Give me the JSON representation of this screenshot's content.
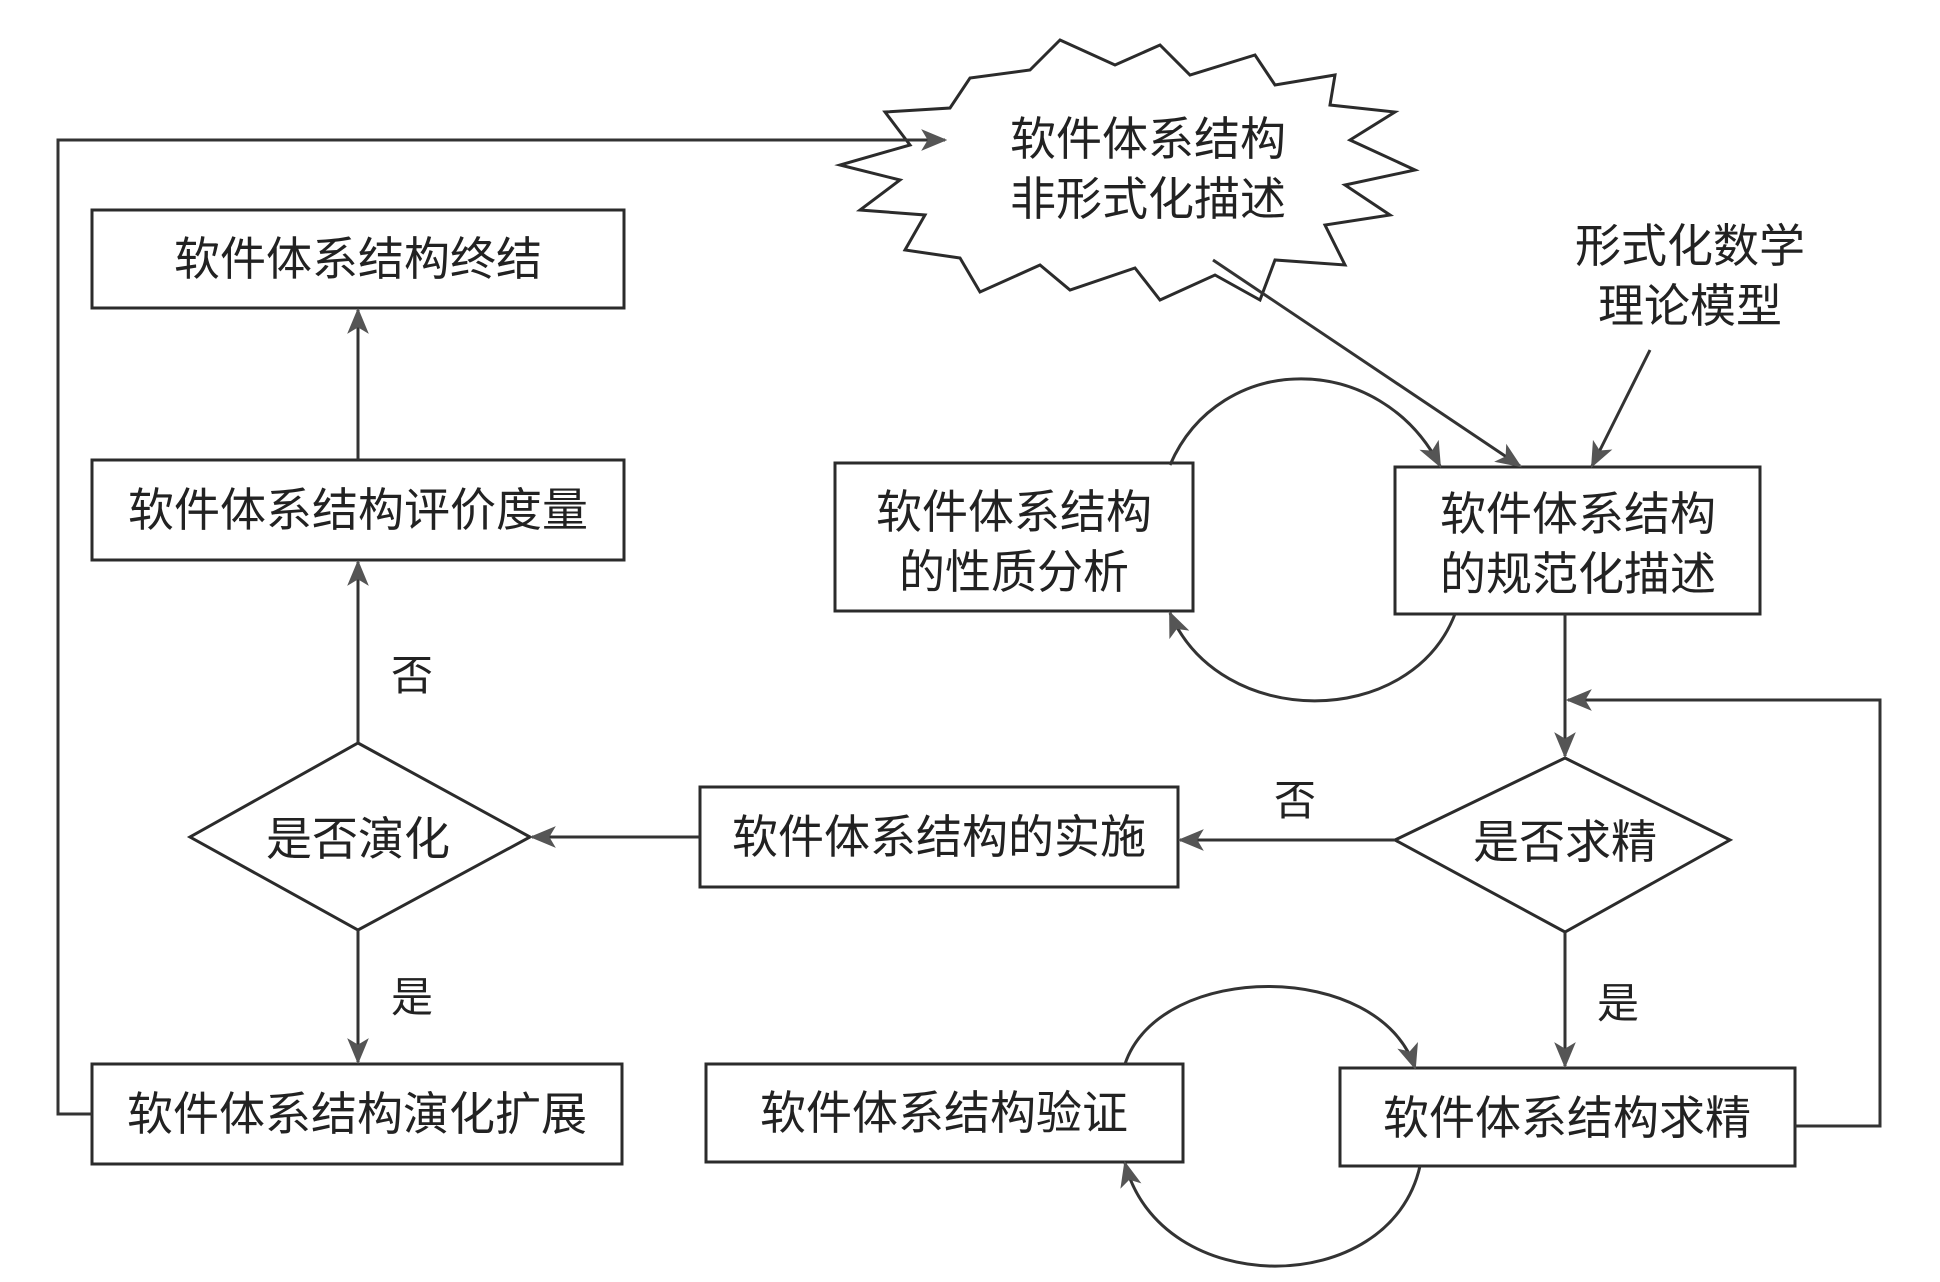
{
  "diagram": {
    "type": "flowchart",
    "nodes": {
      "informal": {
        "shape": "starburst",
        "lines": [
          "软件体系结构",
          "非形式化描述"
        ]
      },
      "math_model": {
        "shape": "text",
        "lines": [
          "形式化数学",
          "理论模型"
        ]
      },
      "spec": {
        "shape": "rect",
        "lines": [
          "软件体系结构",
          "的规范化描述"
        ]
      },
      "analysis": {
        "shape": "rect",
        "lines": [
          "软件体系结构",
          "的性质分析"
        ]
      },
      "refine_q": {
        "shape": "diamond",
        "lines": [
          "是否求精"
        ]
      },
      "implement": {
        "shape": "rect",
        "lines": [
          "软件体系结构的实施"
        ]
      },
      "evolve_q": {
        "shape": "diamond",
        "lines": [
          "是否演化"
        ]
      },
      "evaluate": {
        "shape": "rect",
        "lines": [
          "软件体系结构评价度量"
        ]
      },
      "terminate": {
        "shape": "rect",
        "lines": [
          "软件体系结构终结"
        ]
      },
      "evolve_ext": {
        "shape": "rect",
        "lines": [
          "软件体系结构演化扩展"
        ]
      },
      "refine": {
        "shape": "rect",
        "lines": [
          "软件体系结构求精"
        ]
      },
      "verify": {
        "shape": "rect",
        "lines": [
          "软件体系结构验证"
        ]
      }
    },
    "edge_labels": {
      "refine_no": "否",
      "refine_yes": "是",
      "evolve_no": "否",
      "evolve_yes": "是"
    },
    "edges": [
      {
        "from": "informal",
        "to": "spec"
      },
      {
        "from": "math_model",
        "to": "spec"
      },
      {
        "from": "analysis",
        "to": "spec",
        "style": "arc"
      },
      {
        "from": "spec",
        "to": "analysis",
        "style": "arc"
      },
      {
        "from": "spec",
        "to": "refine_q"
      },
      {
        "from": "refine_q",
        "to": "implement",
        "label": "否"
      },
      {
        "from": "refine_q",
        "to": "refine",
        "label": "是"
      },
      {
        "from": "refine",
        "to": "refine_q",
        "style": "loop-back"
      },
      {
        "from": "verify",
        "to": "refine",
        "style": "arc"
      },
      {
        "from": "refine",
        "to": "verify",
        "style": "arc"
      },
      {
        "from": "implement",
        "to": "evolve_q"
      },
      {
        "from": "evolve_q",
        "to": "evaluate",
        "label": "否"
      },
      {
        "from": "evaluate",
        "to": "terminate"
      },
      {
        "from": "evolve_q",
        "to": "evolve_ext",
        "label": "是"
      },
      {
        "from": "evolve_ext",
        "to": "informal",
        "style": "loop-back"
      }
    ]
  }
}
